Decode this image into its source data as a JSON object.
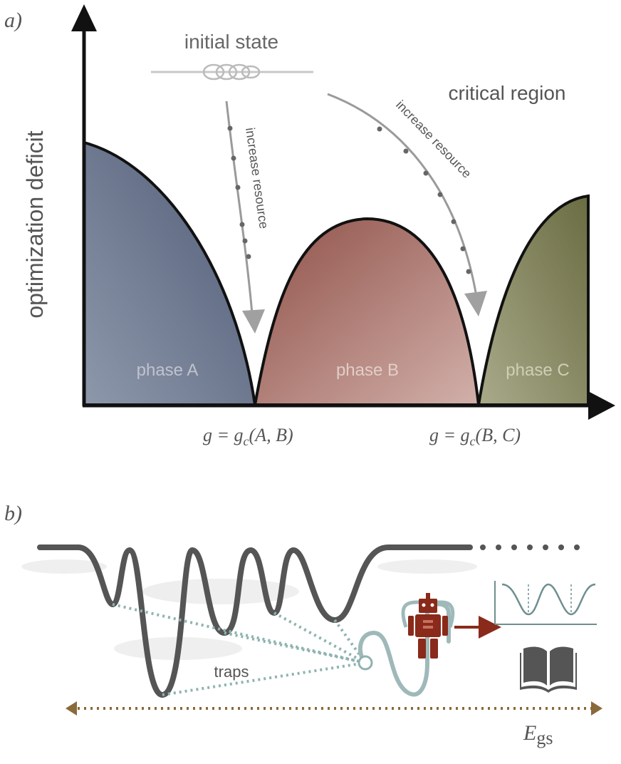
{
  "panel_a": {
    "label": "a)",
    "y_axis_label": "optimization deficit",
    "initial_state_label": "initial state",
    "critical_region_label": "critical region",
    "arrow1_label": "increase resource",
    "arrow2_label": "increase resource",
    "phases": [
      {
        "label": "phase A",
        "color": "#5a6680"
      },
      {
        "label": "phase B",
        "color": "#a66a60"
      },
      {
        "label": "phase C",
        "color": "#7a7c55"
      }
    ],
    "critical_points": [
      {
        "label": "g = g",
        "sub": "c",
        "args": "(A, B)"
      },
      {
        "label": "g = g",
        "sub": "c",
        "args": "(B, C)"
      }
    ]
  },
  "panel_b": {
    "label": "b)",
    "traps_label": "traps",
    "energy_label": "E",
    "energy_sub": "gs",
    "colors": {
      "landscape": "#555555",
      "dotted_lines": "#8fb3b0",
      "probe": "#9fb9ba",
      "robot": "#8a2a1a",
      "book": "#555555",
      "energy_line": "#8a6a3a"
    }
  }
}
